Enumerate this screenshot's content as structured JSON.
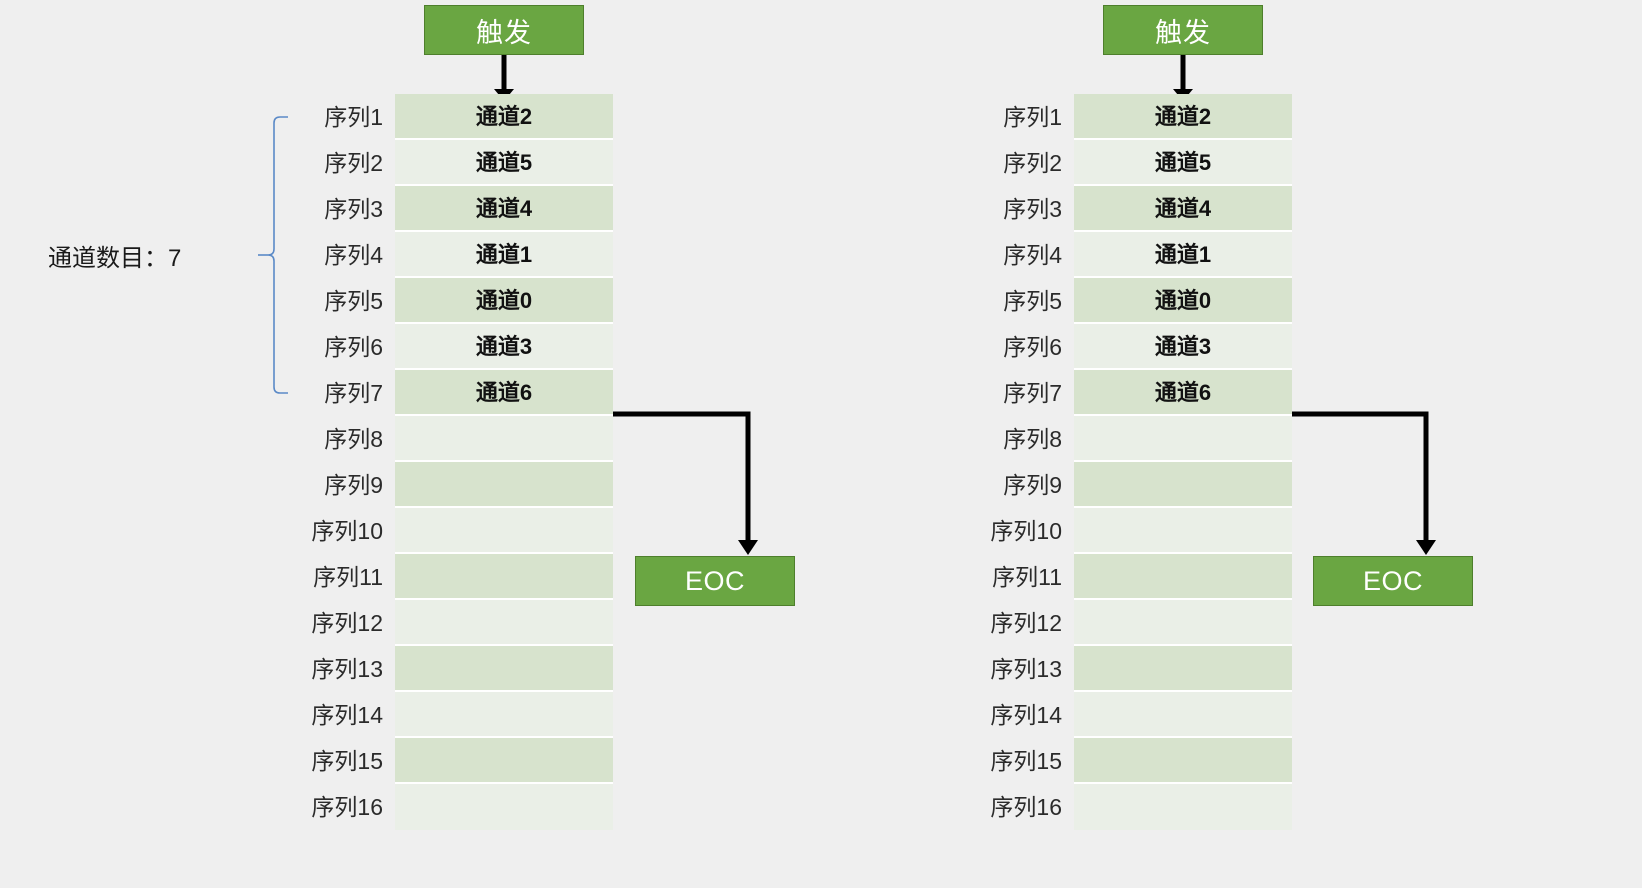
{
  "background_color": "#efefef",
  "colors": {
    "green_fill": "#6aa642",
    "green_border": "#4e7f2c",
    "row_odd": "#d7e3cd",
    "row_even": "#eaefe7",
    "brace_line": "#5b8ac7",
    "arrow": "#000000",
    "text_on_green": "#ffffff"
  },
  "panels": [
    {
      "id": "left",
      "trigger_label": "触发",
      "eoc_label": "EOC",
      "count_label": "通道数目：7",
      "has_brace": true,
      "brace_from_row": 1,
      "brace_to_row": 7,
      "sequence_labels": [
        "序列1",
        "序列2",
        "序列3",
        "序列4",
        "序列5",
        "序列6",
        "序列7",
        "序列8",
        "序列9",
        "序列10",
        "序列11",
        "序列12",
        "序列13",
        "序列14",
        "序列15",
        "序列16"
      ],
      "channel_values": [
        "通道2",
        "通道5",
        "通道4",
        "通道1",
        "通道0",
        "通道3",
        "通道6",
        "",
        "",
        "",
        "",
        "",
        "",
        "",
        "",
        ""
      ]
    },
    {
      "id": "right",
      "trigger_label": "触发",
      "eoc_label": "EOC",
      "count_label": "",
      "has_brace": false,
      "brace_from_row": 1,
      "brace_to_row": 7,
      "sequence_labels": [
        "序列1",
        "序列2",
        "序列3",
        "序列4",
        "序列5",
        "序列6",
        "序列7",
        "序列8",
        "序列9",
        "序列10",
        "序列11",
        "序列12",
        "序列13",
        "序列14",
        "序列15",
        "序列16"
      ],
      "channel_values": [
        "通道2",
        "通道5",
        "通道4",
        "通道1",
        "通道0",
        "通道3",
        "通道6",
        "",
        "",
        "",
        "",
        "",
        "",
        "",
        "",
        ""
      ]
    }
  ]
}
